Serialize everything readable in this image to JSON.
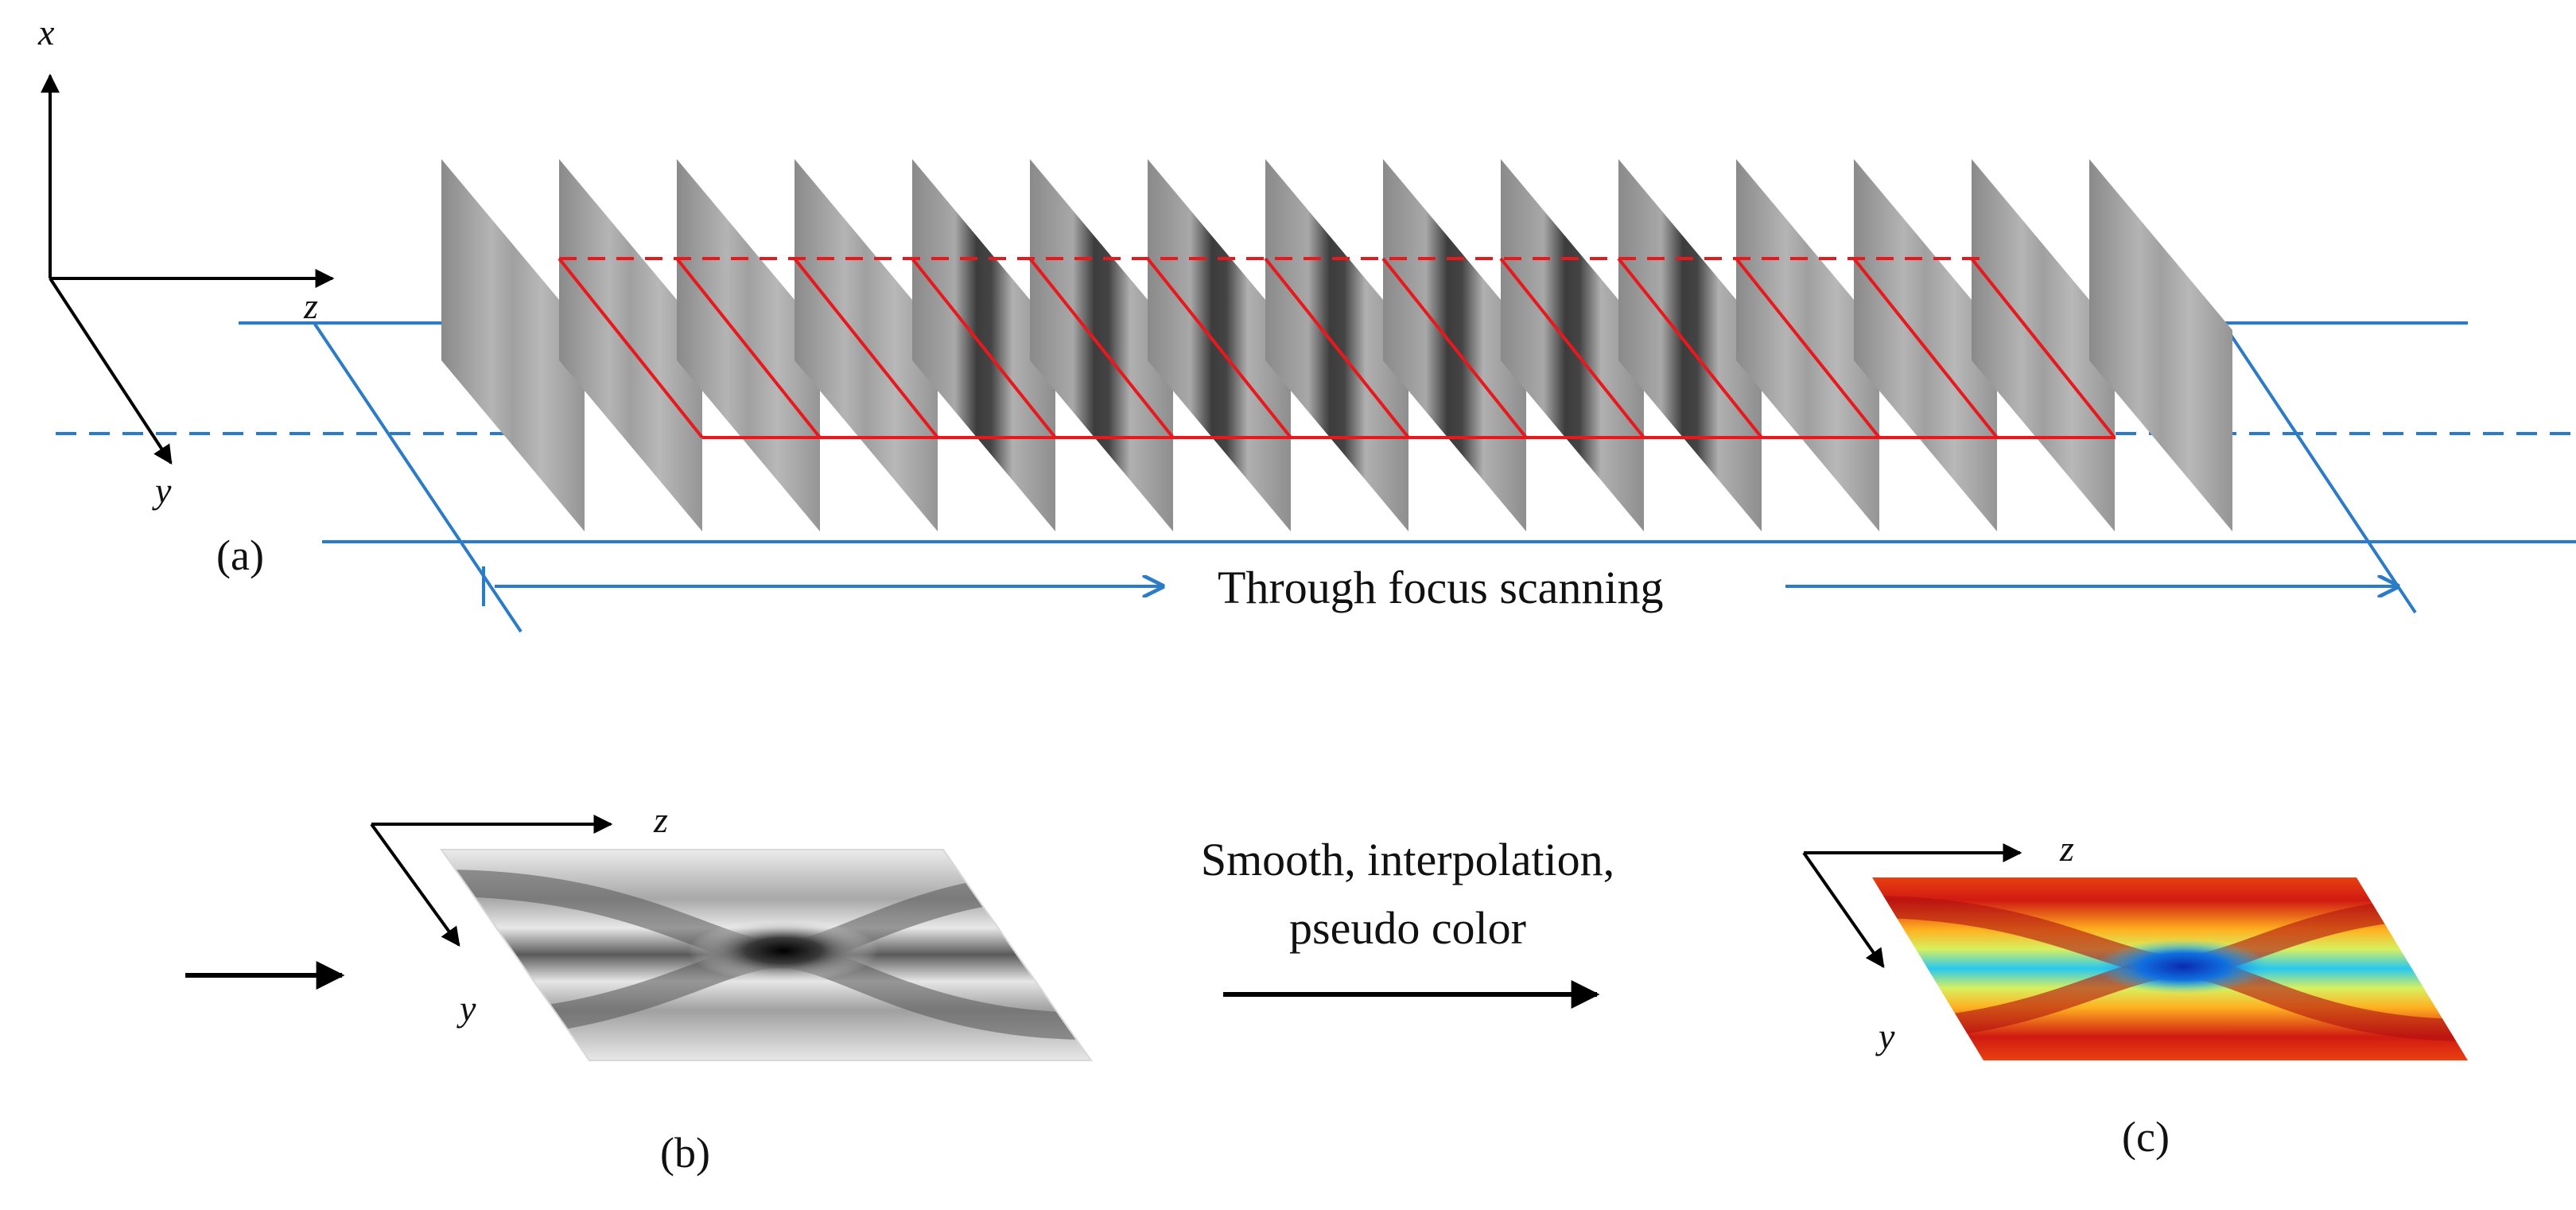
{
  "figure": {
    "panel_a": {
      "label": "(a)",
      "axes": {
        "x": "x",
        "y": "y",
        "z": "z"
      },
      "scan_caption": "Through focus scanning",
      "slice_count": 15
    },
    "panel_b": {
      "label": "(b)",
      "axes": {
        "y": "y",
        "z": "z"
      }
    },
    "process_caption": {
      "line1": "Smooth, interpolation,",
      "line2": "pseudo color"
    },
    "panel_c": {
      "label": "(c)",
      "axes": {
        "y": "y",
        "z": "z"
      }
    }
  },
  "colors": {
    "slice_gray": "#9a9a9a",
    "slice_dark_band": "#3a3a3a",
    "section_red": "#e8181c",
    "beam_blue": "#2a7bc8",
    "arrow_black": "#000000",
    "colormap": [
      "#c81414",
      "#f04a10",
      "#ff8a1e",
      "#ffd21e",
      "#e8f03a",
      "#8ef0b0",
      "#2ad2f0",
      "#1070e0",
      "#0a3ab8"
    ]
  }
}
